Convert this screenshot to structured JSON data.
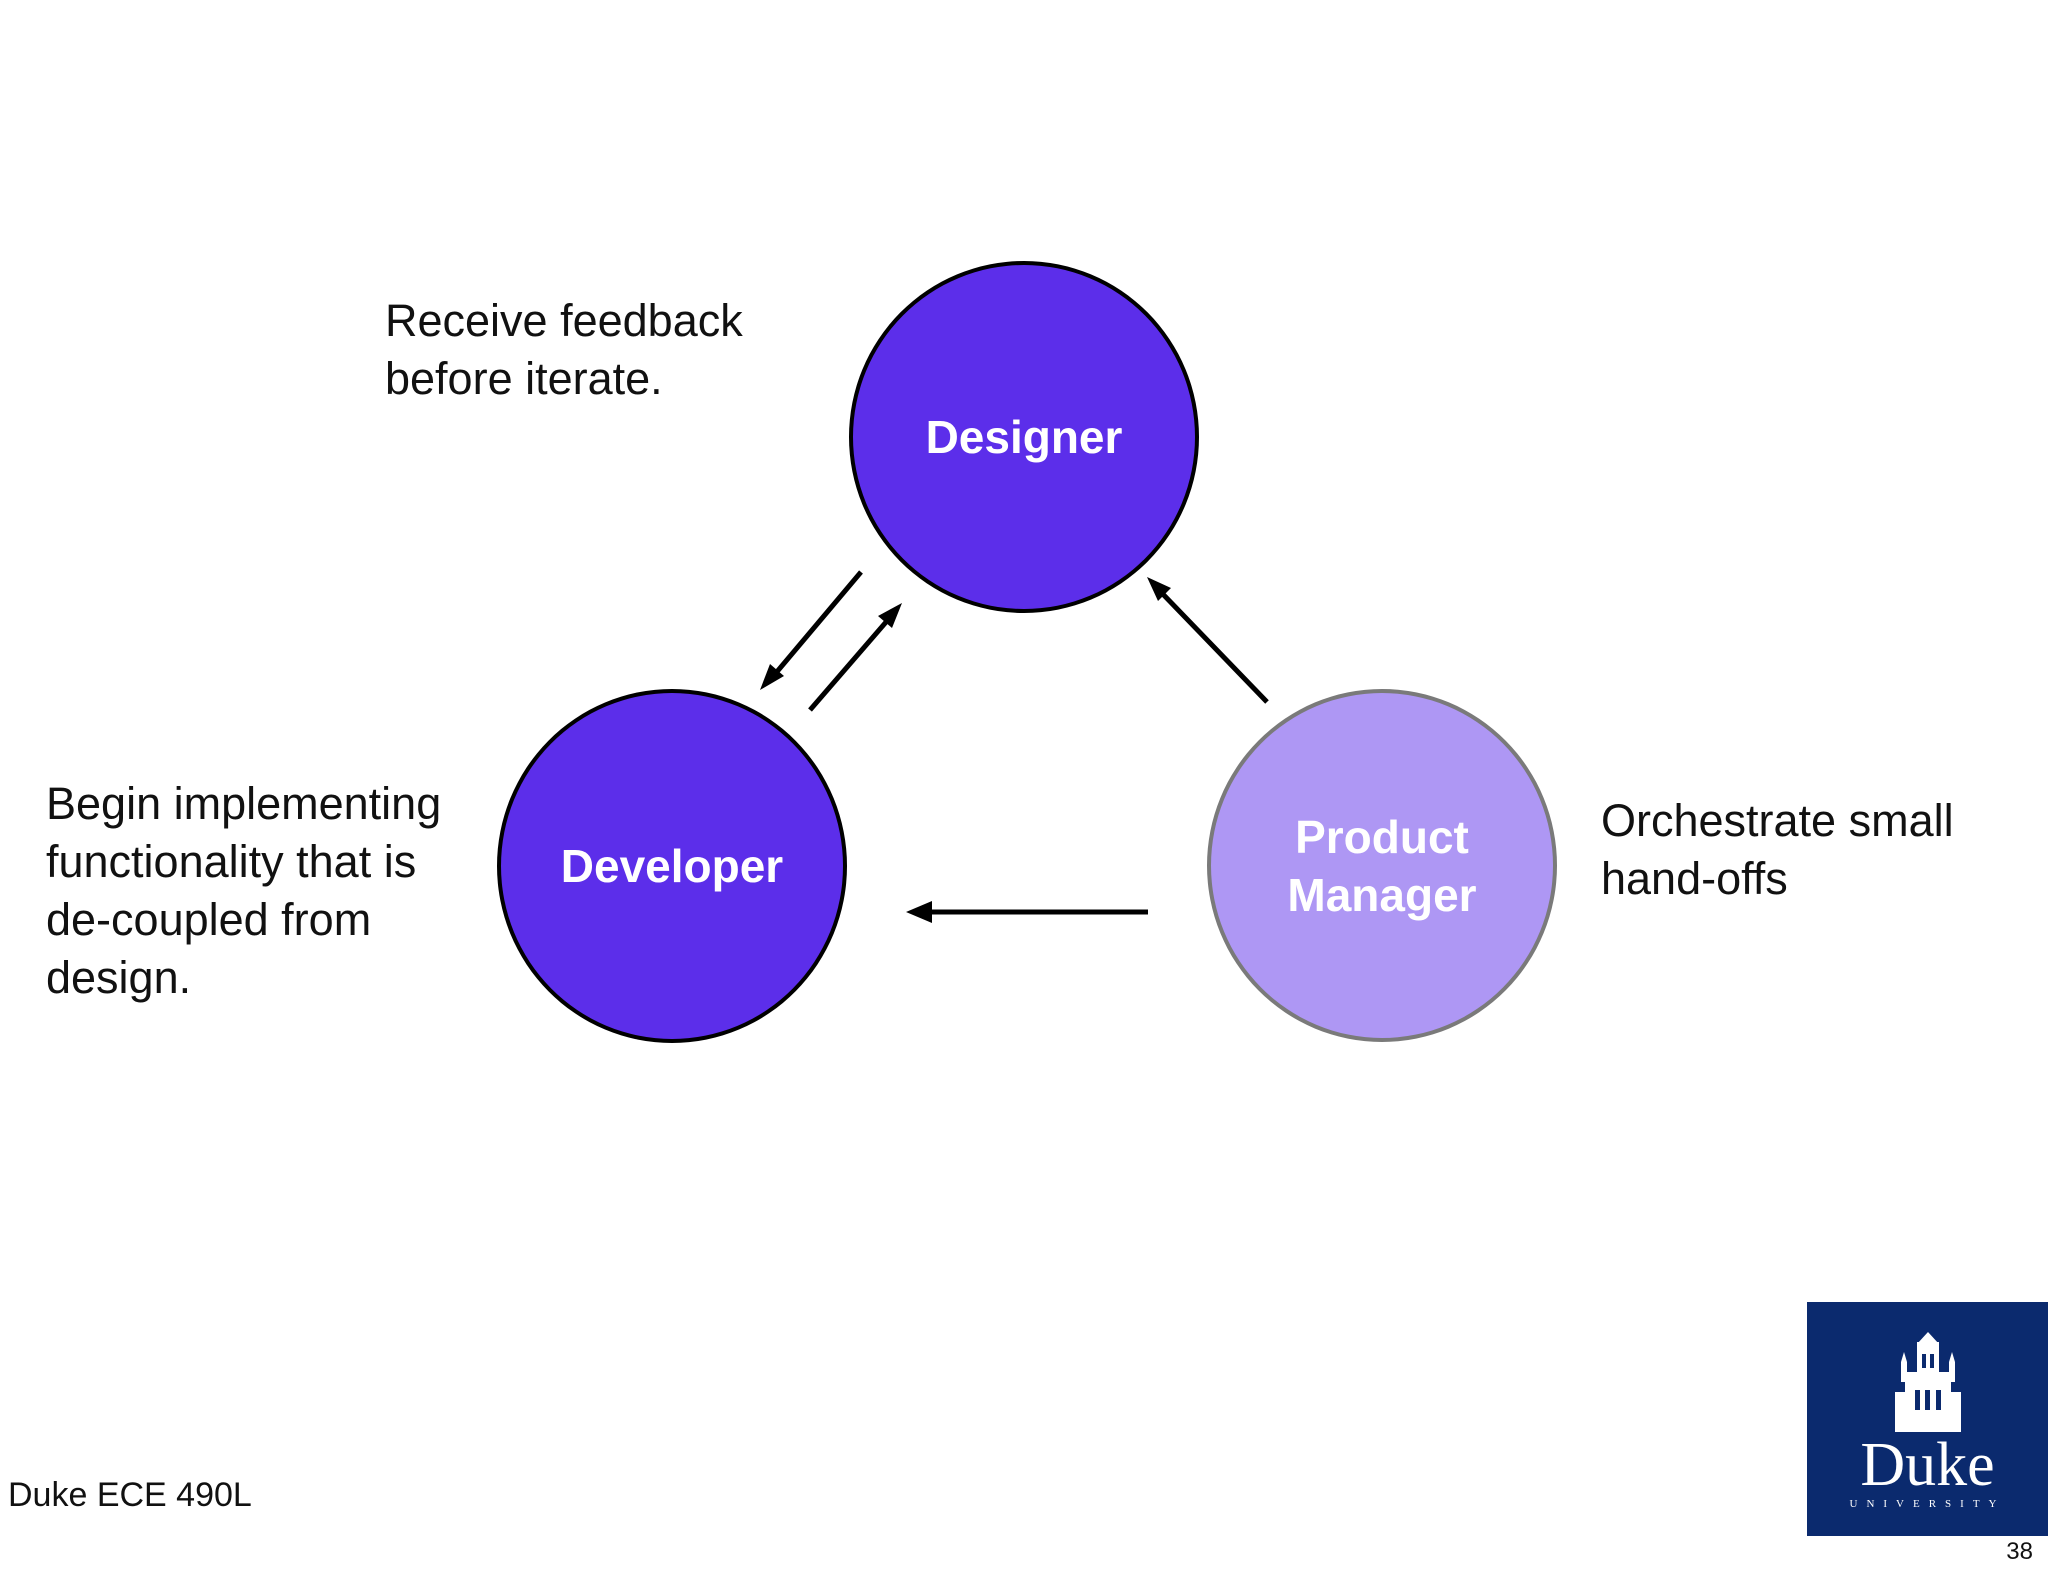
{
  "diagram": {
    "nodes": {
      "designer": {
        "label": "Designer"
      },
      "developer": {
        "label": "Developer"
      },
      "product_manager": {
        "label": "Product\nManager"
      }
    },
    "notes": {
      "designer": "Receive feedback\nbefore iterate.",
      "developer": "Begin implementing\nfunctionality that is\nde-coupled from\ndesign.",
      "product_manager": "Orchestrate small\nhand-offs"
    },
    "colors": {
      "primary": "#5c2eea",
      "secondary": "#ae97f4",
      "arrow": "#000000"
    }
  },
  "footer": {
    "course": "Duke ECE 490L",
    "page_number": "38"
  },
  "logo": {
    "name": "Duke",
    "subtitle": "UNIVERSITY",
    "icon": "chapel-icon"
  }
}
